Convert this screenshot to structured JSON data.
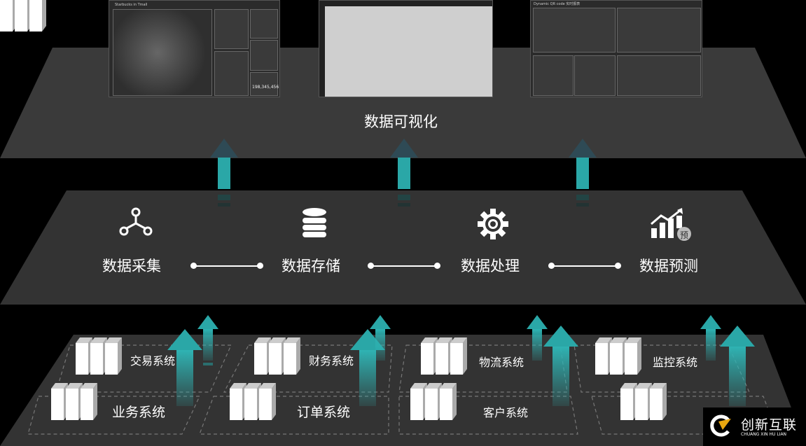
{
  "layers": {
    "top": {
      "label": "数据可视化"
    },
    "middle": {
      "items": [
        {
          "label": "数据采集",
          "icon": "nodes-icon"
        },
        {
          "label": "数据存储",
          "icon": "database-icon"
        },
        {
          "label": "数据处理",
          "icon": "gear-icon"
        },
        {
          "label": "数据预测",
          "icon": "forecast-chart-icon",
          "badge": "预"
        }
      ]
    },
    "bottom": {
      "systems": [
        "交易系统",
        "财务系统",
        "物流系统",
        "监控系统",
        "业务系统",
        "订单系统",
        "客户系统"
      ]
    }
  },
  "screens": {
    "map_dashboard": {
      "title": "Starbucks in Tmall",
      "value": "198,345,456"
    },
    "qr_dashboard": {
      "title": "Dynamic QR code 实时报表"
    }
  },
  "logo": {
    "name": "创新互联",
    "subtitle": "CHUANG XIN HU LIAN"
  },
  "colors": {
    "background": "#000000",
    "plane": "#3a3a3a",
    "accent": "#2aa7a7"
  }
}
